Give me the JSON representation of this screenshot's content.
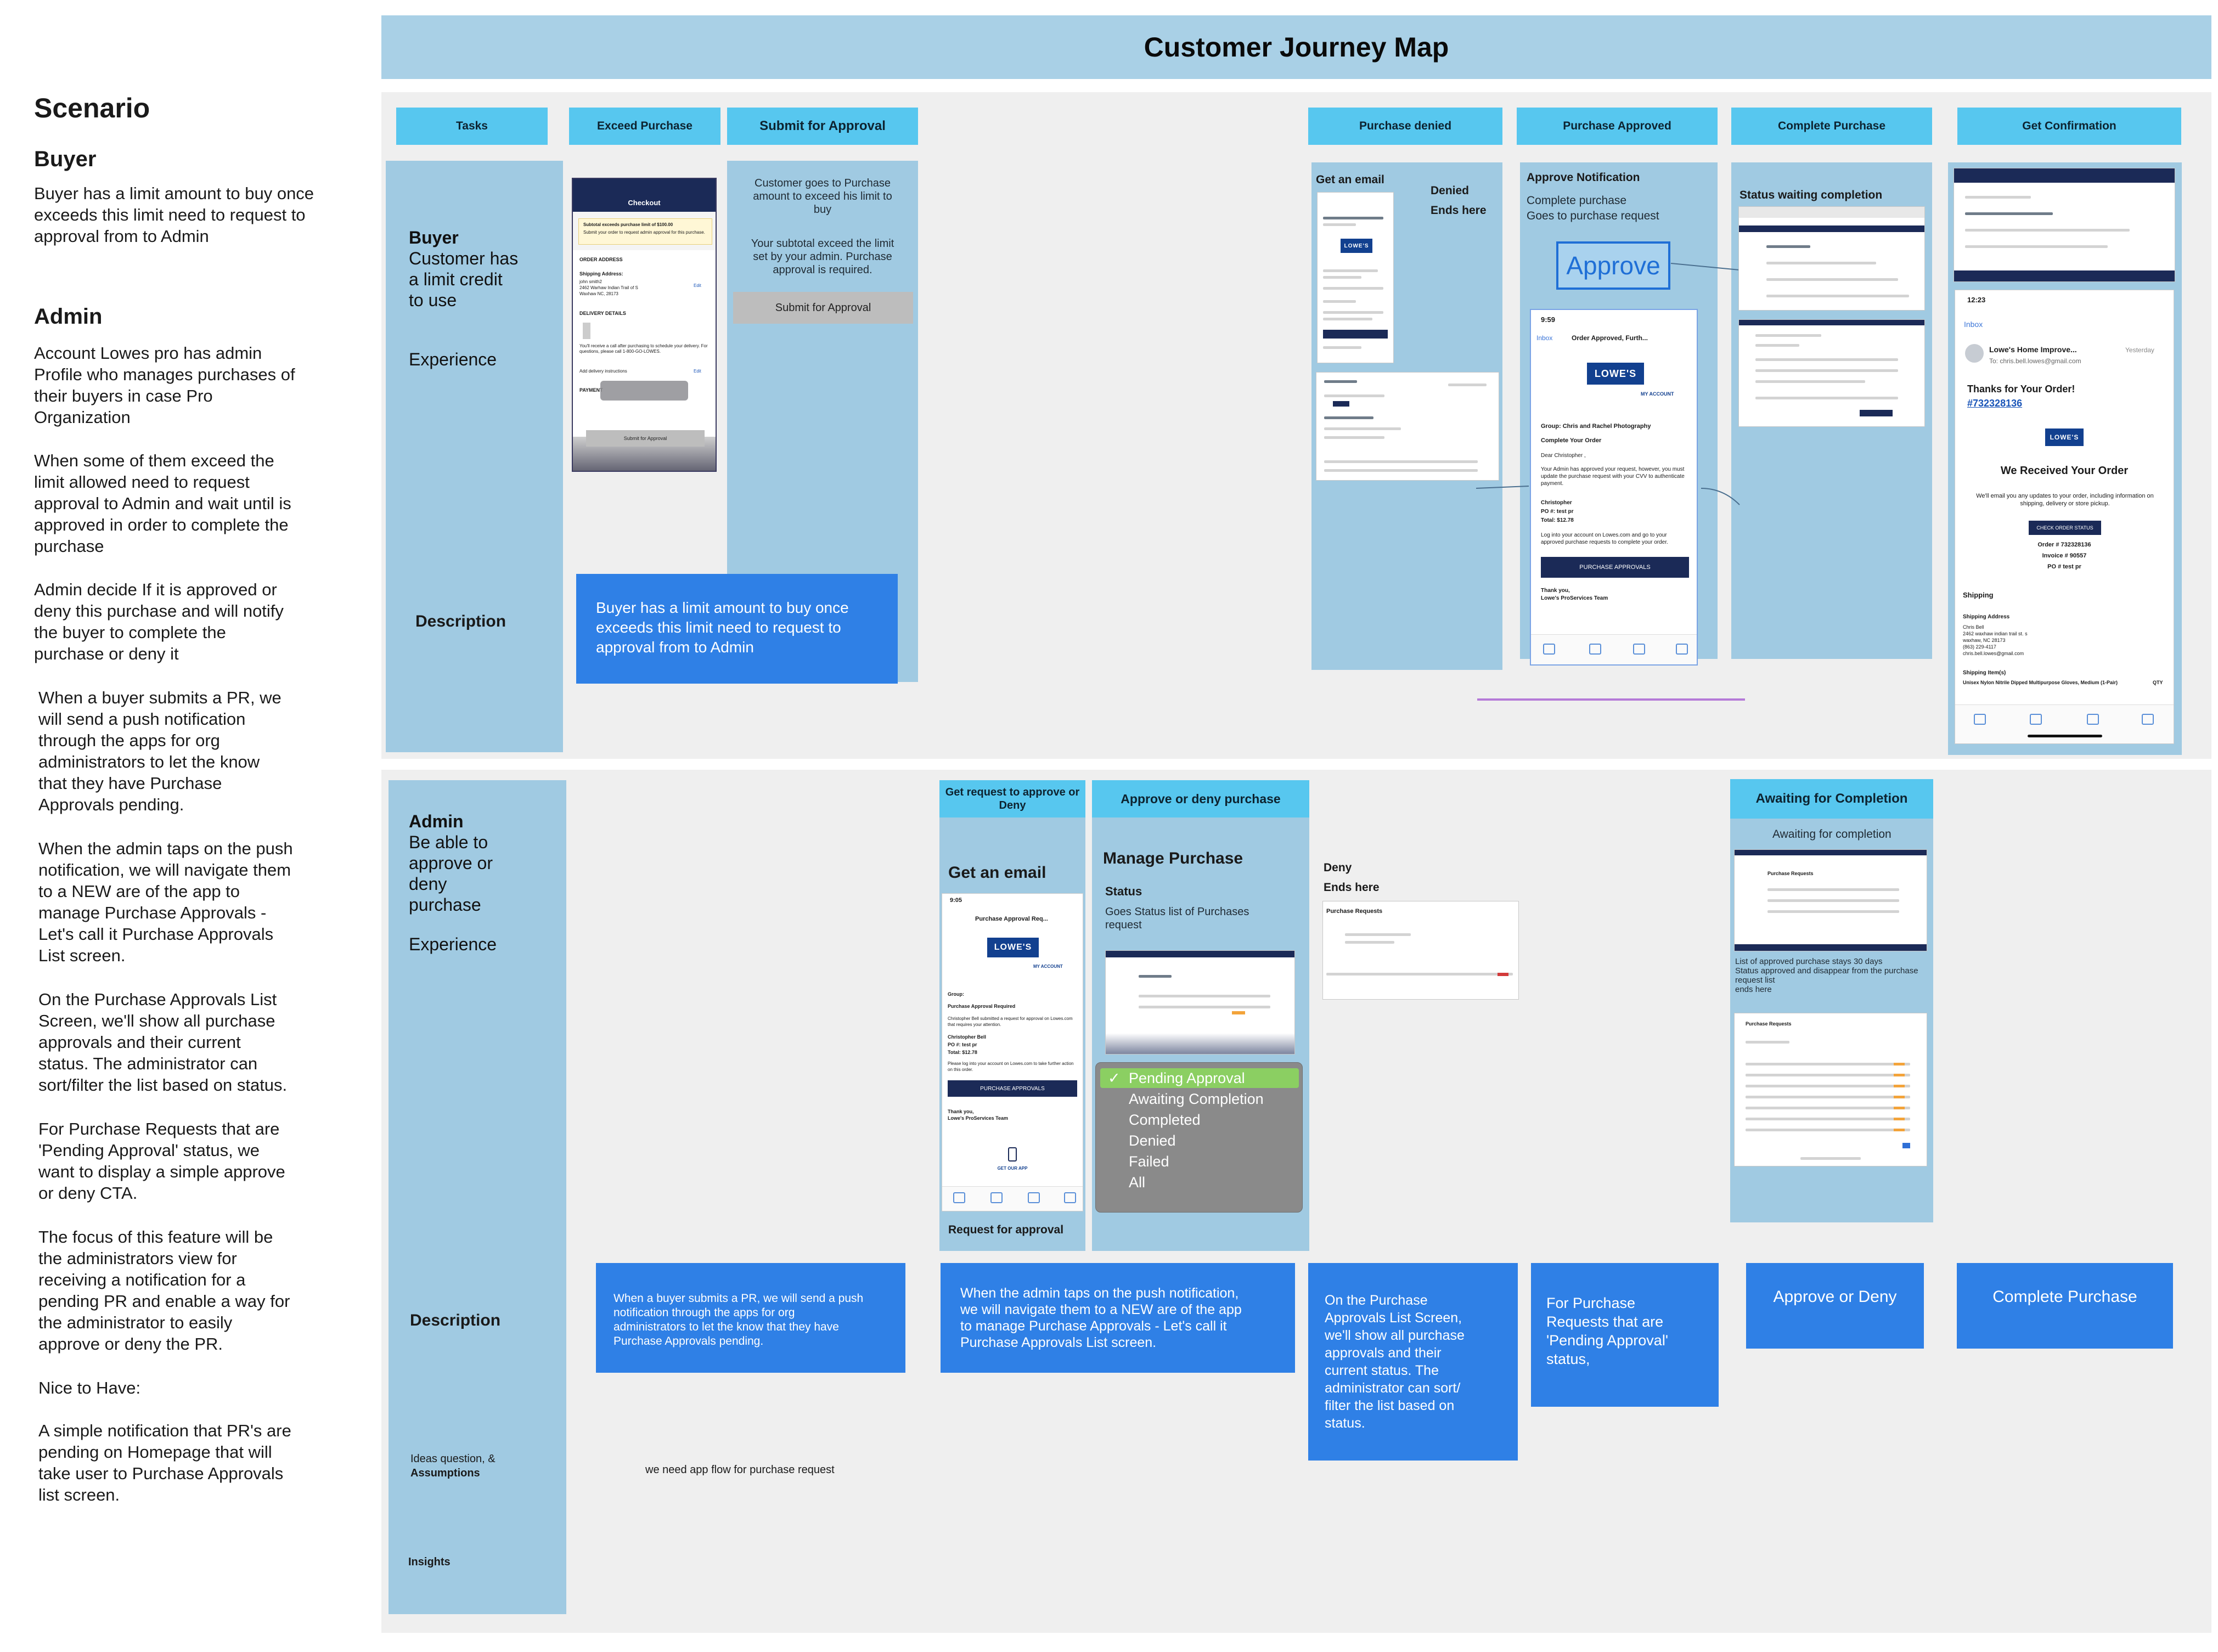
{
  "page_title": "Customer Journey Map",
  "scenario": {
    "title": "Scenario",
    "buyer_heading": "Buyer",
    "buyer_text": "Buyer has a limit amount to buy once\nexceeds this limit need to request to\napproval from to Admin",
    "admin_heading": "Admin",
    "admin_paragraphs": [
      "Account Lowes pro has admin\nProfile who manages purchases of\ntheir buyers in case Pro\nOrganization",
      "When some of them exceed the\nlimit allowed need to request\napproval to Admin and wait until is\napproved in order to complete the\npurchase",
      "Admin decide If it is approved or\ndeny this purchase and will notify\nthe buyer to complete the\npurchase or deny it",
      "When a buyer submits a PR, we\nwill send a push notification\nthrough the apps for org\nadministrators to let the know\nthat they have Purchase\nApprovals pending.",
      "When the admin taps on the push\nnotification, we will navigate them\nto a NEW are of the app to\nmanage Purchase Approvals -\nLet's call it Purchase Approvals\nList screen.",
      "On the Purchase Approvals List\nScreen, we'll show all purchase\napprovals and their current\nstatus. The administrator can\nsort/filter the list based on status.",
      "For Purchase Requests that are\n'Pending Approval' status, we\nwant to display a simple approve\nor deny CTA.",
      "The focus of this feature will be\nthe administrators view for\nreceiving a notification for a\npending PR and enable a way for\nthe administrator to easily\napprove or deny the PR.",
      "Nice to Have:",
      "A simple notification that PR's are\npending on Homepage that will\ntake user to Purchase Approvals\nlist screen."
    ]
  },
  "buyer_section": {
    "headers": {
      "tasks": "Tasks",
      "exceed": "Exceed Purchase",
      "submit": "Submit for Approval",
      "denied": "Purchase denied",
      "approved": "Purchase Approved",
      "complete": "Complete Purchase",
      "confirm": "Get Confirmation"
    },
    "lane_name": "Buyer",
    "lane_text": "Customer has\na limit credit\nto use",
    "experience": "Experience",
    "description_label": "Description",
    "description_text": "Buyer has a limit amount to buy once\nexceeds this limit need to request to\napproval from to Admin",
    "submit_text1": "Customer goes to Purchase\namount to exceed his limit to\nbuy",
    "submit_text2": "Your subtotal exceed the limit\nset by your admin. Purchase\napproval is required.",
    "submit_button": "Submit for Approval",
    "denied_email": "Get an email",
    "denied_note": "Denied\nEnds here",
    "approved_notification": "Approve Notification",
    "approved_text": "Complete purchase\nGoes to purchase request",
    "approve_big": "Approve",
    "status_waiting": "Status waiting completion",
    "checkout_screen": {
      "title": "Checkout",
      "warning_title": "Subtotal exceeds purchase limit of $100.00",
      "warning_text": "Submit your order to request admin approval for this purchase.",
      "order_address": "ORDER ADDRESS",
      "shipping_label": "Shipping Address:",
      "address_lines": "john smith2\n2462 Warhaw Indian Trail of S\nWaxhaw NC, 28173",
      "edit": "Edit",
      "delivery": "DELIVERY DETAILS",
      "delivery_note": "You'll receive a call after purchasing to schedule your delivery. For questions, please call 1-800-GO-LOWES.",
      "instructions": "Add delivery instructions",
      "payment": "PAYMENT",
      "submit": "Submit for Approval"
    },
    "approved_phone": {
      "time": "9:59",
      "back": "Inbox",
      "subject": "Order Approved, Furth...",
      "brand": "LOWE'S",
      "account": "MY ACCOUNT",
      "group": "Group: Chris and Rachel Photography",
      "heading": "Complete Your Order",
      "greeting": "Dear Christopher ,",
      "body": "Your Admin has approved your request, however, you must update the purchase request with your CVV to authenticate payment.",
      "name": "Christopher",
      "po": "PO #: test pr",
      "total": "Total: $12.78",
      "login": "Log into your account on Lowes.com and go to your approved purchase requests to complete your order.",
      "button": "PURCHASE APPROVALS",
      "thanks": "Thank you,",
      "team": "Lowe's ProServices Team"
    },
    "confirm_phone": {
      "time": "12:23",
      "back": "Inbox",
      "sender": "Lowe's Home Improve...",
      "date": "Yesterday",
      "to": "To: chris.bell.lowes@gmail.com",
      "thanks": "Thanks for Your Order!",
      "order_link": "#732328136",
      "brand": "LOWE'S",
      "received": "We Received Your Order",
      "body": "We'll email you any updates to your order, including information on shipping, delivery or store pickup.",
      "button": "CHECK ORDER STATUS",
      "order_no": "Order # 732328136",
      "invoice": "Invoice # 90557",
      "po": "PO # test pr",
      "shipping": "Shipping",
      "shipping_address": "Shipping Address",
      "address": "Chris Bell\n2462 waxhaw indian trail st. s\nwaxhaw, NC 28173\n(863) 229-4117\nchris.bell.lowes@gmail.com",
      "items": "Shipping Item(s)",
      "item": "Unisex Nylon Nitrile Dipped Multipurpose Gloves, Medium (1-Pair)",
      "qty": "QTY"
    }
  },
  "admin_section": {
    "headers": {
      "get_request": "Get request to\napprove or Deny",
      "approve_deny": "Approve or deny purchase",
      "awaiting": "Awaiting for Completion"
    },
    "lane_name": "Admin",
    "lane_text": "Be able to\napprove or\ndeny\npurchase",
    "experience": "Experience",
    "description_label": "Description",
    "ideas_label": "Ideas question, &",
    "assumptions_label": "Assumptions",
    "insights_label": "Insights",
    "ideas_text": "we need app flow for purchase request",
    "get_email": "Get an email",
    "request_for_approval": "Request for approval",
    "manage_purchase": "Manage Purchase",
    "status_label": "Status",
    "status_text": "Goes Status list of Purchases\nrequest",
    "deny_note": "Deny\nEnds here",
    "purchase_requests": "Purchase Requests",
    "awaiting_text": "Awaiting for completion",
    "awaiting_note": "List of approved purchase stays 30 days\nStatus approved and disappear from the purchase\nrequest list\nends here",
    "status_options": [
      "Pending Approval",
      "Awaiting Completion",
      "Completed",
      "Denied",
      "Failed",
      "All"
    ],
    "selected_status": "Pending Approval",
    "admin_phone": {
      "time": "9:05",
      "subject": "Purchase Approval Req...",
      "brand": "LOWE'S",
      "account": "MY ACCOUNT",
      "group": "Group:",
      "heading": "Purchase Approval Required",
      "body": "Christopher Bell submitted a request for approval on Lowes.com that requires your attention.",
      "name": "Christopher Bell",
      "po": "PO #: test pr",
      "total": "Total: $12.78",
      "login": "Please log into your account on Lowes.com to take further action on this order.",
      "button": "PURCHASE APPROVALS",
      "thanks": "Thank you,",
      "team": "Lowe's ProServices Team",
      "app": "GET OUR APP"
    },
    "descriptions": {
      "push": "When a buyer submits a PR, we will send a push\nnotification through the apps for org\nadministrators to let the know that they have\nPurchase Approvals pending.",
      "navigate": "When the admin taps on the push notification,\nwe will navigate them to a NEW are of the app\nto manage Purchase Approvals - Let's call it\nPurchase Approvals List screen.",
      "list": "On the Purchase\nApprovals List Screen,\nwe'll show all purchase\napprovals and their\ncurrent status. The\nadministrator can sort/\nfilter the list based on\nstatus.",
      "pending": "For Purchase\nRequests that are\n'Pending Approval'\nstatus,",
      "approve_deny": "Approve or Deny",
      "complete": "Complete Purchase"
    }
  },
  "colors": {
    "header_bar": "#a9d0e6",
    "column_header": "#57c7ef",
    "lane": "#a0cae2",
    "description_box": "#2f80e6",
    "panel": "#efefef"
  }
}
